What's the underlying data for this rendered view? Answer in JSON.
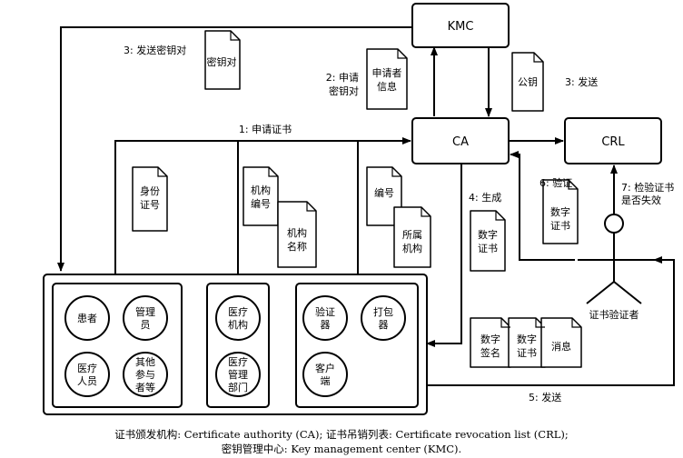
{
  "nodes": {
    "kmc": "KMC",
    "ca": "CA",
    "crl": "CRL"
  },
  "entities": {
    "patient": "患者",
    "manager": [
      "管理",
      "员"
    ],
    "medical_staff": [
      "医疗",
      "人员"
    ],
    "others": [
      "其他",
      "参与",
      "者等"
    ],
    "medical_institution": [
      "医疗",
      "机构"
    ],
    "health_admin": [
      "医疗",
      "管理",
      "部门"
    ],
    "verifier": [
      "验证",
      "器"
    ],
    "packager": [
      "打包",
      "器"
    ],
    "client": [
      "客户",
      "端"
    ]
  },
  "documents": {
    "key_pair": "密钥对",
    "applicant_info": [
      "申请者",
      "信息"
    ],
    "public_key": "公钥",
    "id_number": [
      "身份",
      "证号"
    ],
    "org_code": [
      "机构",
      "编号"
    ],
    "org_name": [
      "机构",
      "名称"
    ],
    "serial_number": "编号",
    "affiliation": [
      "所属",
      "机构"
    ],
    "cert_generated": [
      "数字",
      "证书"
    ],
    "cert_verify": [
      "数字",
      "证书"
    ],
    "signature": [
      "数字",
      "签名"
    ],
    "cert_sent": [
      "数字",
      "证书"
    ],
    "message": "消息"
  },
  "steps": {
    "s1": "1: 申请证书",
    "s2": [
      "2: 申请",
      "密钥对"
    ],
    "s3_left": "3: 发送密钥对",
    "s3_right": "3: 发送",
    "s4": "4: 生成",
    "s5": "5: 发送",
    "s6": "6: 验证",
    "s7": [
      "7: 检验证书",
      "是否失效"
    ]
  },
  "verifier_actor": "证书验证者",
  "caption": [
    "证书颁发机构: Certificate authority (CA); 证书吊销列表: Certificate revocation list (CRL);",
    "密钥管理中心: Key management center (KMC)."
  ]
}
